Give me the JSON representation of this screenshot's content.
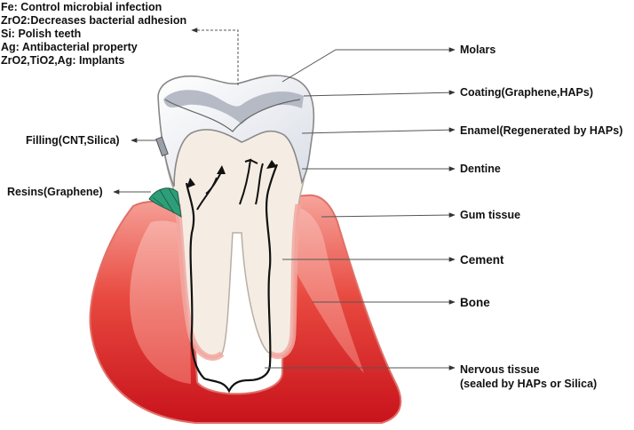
{
  "notes": [
    "Fe: Control microbial infection",
    "ZrO2:Decreases bacterial adhesion",
    "Si: Polish teeth",
    "Ag: Antibacterial property",
    "ZrO2,TiO2,Ag: Implants"
  ],
  "labels": {
    "molars": "Molars",
    "coating": "Coating(Graphene,HAPs)",
    "enamel": "Enamel(Regenerated by HAPs)",
    "dentine": "Dentine",
    "gum": "Gum tissue",
    "cement": "Cement",
    "bone": "Bone",
    "nervous_1": "Nervous tissue",
    "nervous_2": "(sealed by HAPs or Silica)",
    "filling": "Filling(CNT,Silica)",
    "resins": "Resins(Graphene)"
  },
  "colors": {
    "gum_dark": "#c8202a",
    "gum_light": "#f49a92",
    "tooth": "#f5ede3",
    "enamel": "#eef0f4",
    "resin": "#2e9e78",
    "line": "#444444"
  }
}
